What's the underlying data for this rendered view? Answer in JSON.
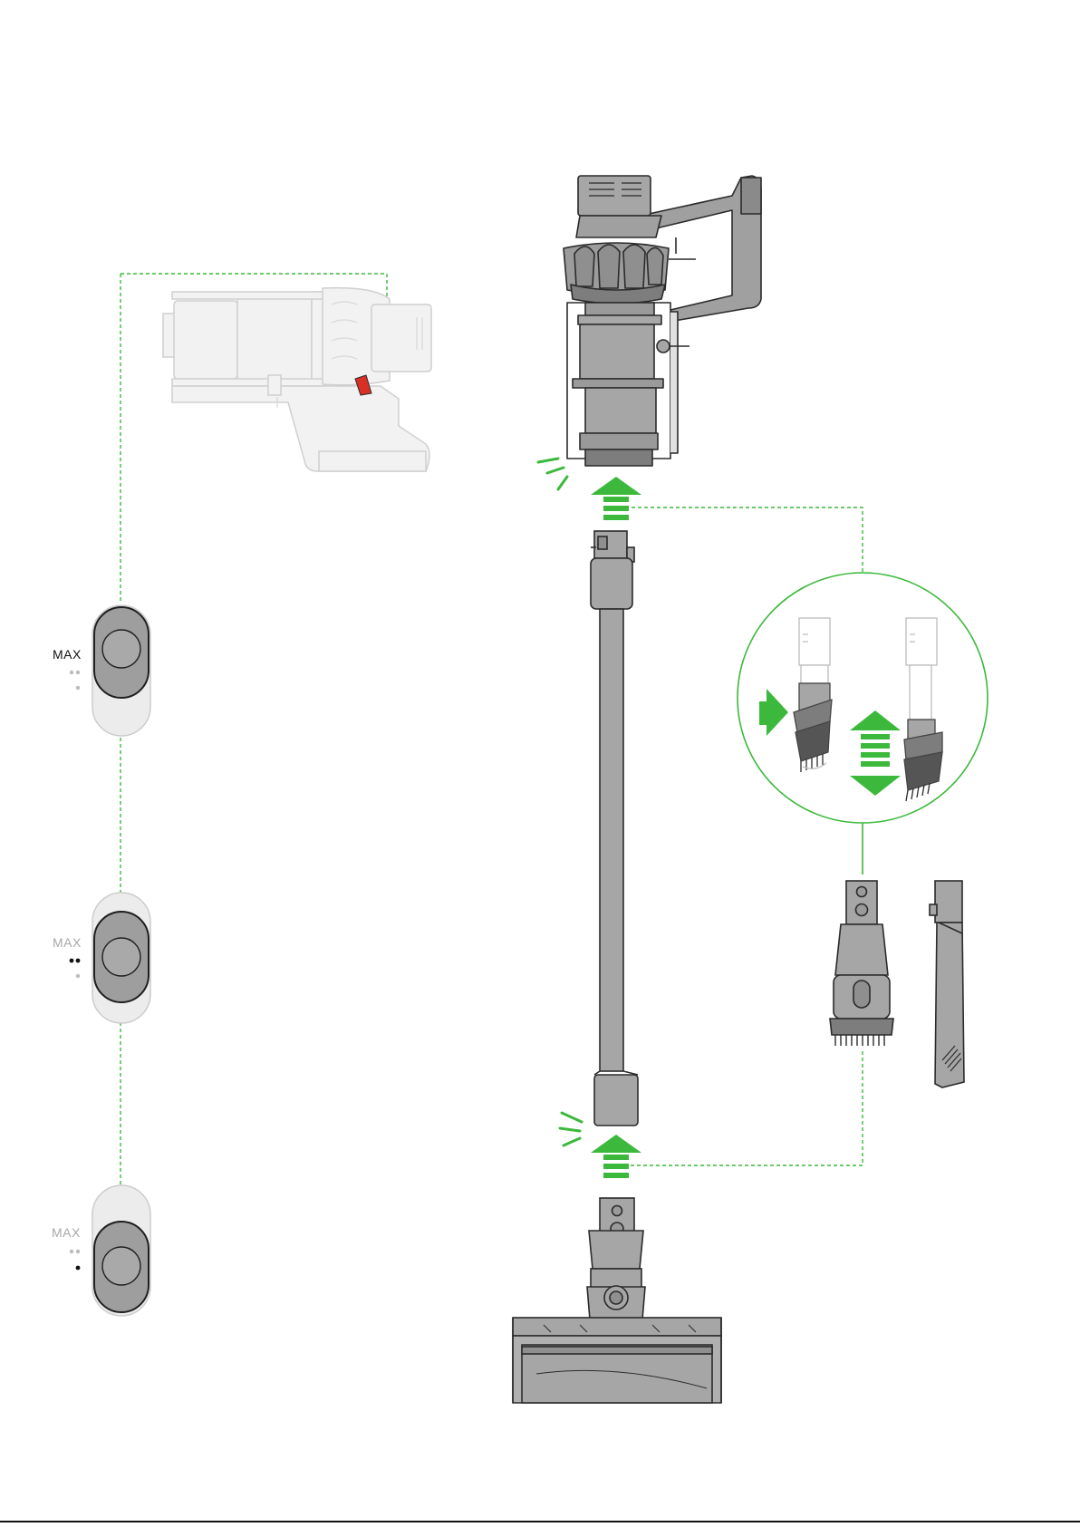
{
  "colors": {
    "accent": "#3cb93c",
    "device_fill": "#a6a6a6",
    "device_dark": "#7d7d7d",
    "outline": "#2b2b2b",
    "ghost_fill": "#ededed",
    "ghost_stroke": "#cfcfcf",
    "label_active": "#111111",
    "label_inactive": "#a8a8a8"
  },
  "power_modes": [
    {
      "label": "MAX",
      "active_level": "max"
    },
    {
      "label": "MAX",
      "active_level": "medium"
    },
    {
      "label": "MAX",
      "active_level": "eco"
    }
  ],
  "icons": [
    "arrow-up-icon",
    "arrow-right-icon",
    "double-arrow-icon",
    "click-burst-icon"
  ]
}
